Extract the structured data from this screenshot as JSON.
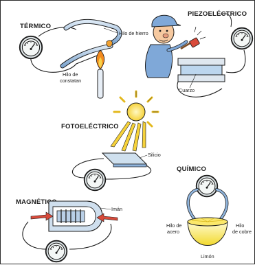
{
  "sections": {
    "termico": {
      "title": "TÉRMICO",
      "labels": {
        "iron_wire": "Hilo de hierro",
        "constantan_wire_1": "Hilo de",
        "constantan_wire_2": "constatan"
      }
    },
    "piezoelectrico": {
      "title": "PIEZOELÉCTRICO",
      "labels": {
        "quartz": "Cuarzo"
      }
    },
    "fotoelectrico": {
      "title": "FOTOELÉCTRICO",
      "labels": {
        "silicon": "Silicio"
      }
    },
    "quimico": {
      "title": "QUÍMICO",
      "labels": {
        "steel_wire_1": "Hilo de",
        "steel_wire_2": "acero",
        "copper_wire_1": "Hilo",
        "copper_wire_2": "de cobre",
        "lemon": "Limón"
      }
    },
    "magnetico": {
      "title": "MAGNÉTICO",
      "labels": {
        "magnet": "Imán"
      }
    }
  },
  "colors": {
    "ink": "#1c1c1c",
    "wire_blue": "#8fb4dc",
    "gauge_face": "#eef3f2",
    "sun_yellow": "#f6d23a",
    "lemon_yellow": "#f7e44e",
    "flame_orange": "#f28a1e",
    "magnet_red": "#d84a3a"
  }
}
